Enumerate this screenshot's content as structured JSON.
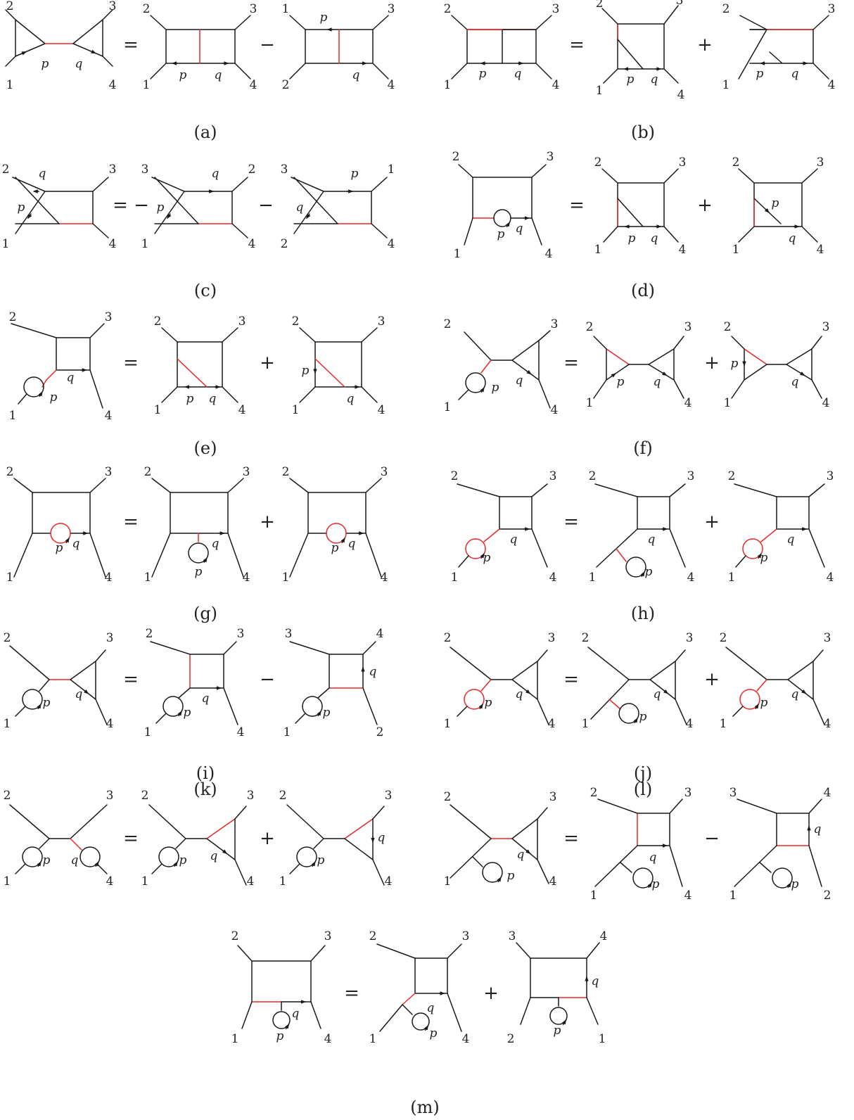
{
  "operators": {
    "equals": "=",
    "plus": "+",
    "minus": "−",
    "equals_minus": "= −"
  },
  "momenta": {
    "p": "p",
    "q": "q"
  },
  "legs": {
    "l1": "1",
    "l2": "2",
    "l3": "3",
    "l4": "4"
  },
  "colors": {
    "line": "#1a1a1a",
    "highlight": "#e8282b",
    "text": "#222222"
  },
  "panels": [
    {
      "id": "a",
      "caption": "(a)",
      "relation": [
        "=",
        "−"
      ]
    },
    {
      "id": "b",
      "caption": "(b)",
      "relation": [
        "=",
        "+"
      ]
    },
    {
      "id": "c",
      "caption": "(c)",
      "relation": [
        "= −",
        "−"
      ]
    },
    {
      "id": "d",
      "caption": "(d)",
      "relation": [
        "=",
        "+"
      ]
    },
    {
      "id": "e",
      "caption": "(e)",
      "relation": [
        "=",
        "+"
      ]
    },
    {
      "id": "f",
      "caption": "(f)",
      "relation": [
        "=",
        "+"
      ]
    },
    {
      "id": "g",
      "caption": "(g)",
      "relation": [
        "=",
        "+"
      ]
    },
    {
      "id": "h",
      "caption": "(h)",
      "relation": [
        "=",
        "+"
      ]
    },
    {
      "id": "i",
      "caption": "(i)",
      "relation": [
        "=",
        "−"
      ]
    },
    {
      "id": "j",
      "caption": "(j)",
      "relation": [
        "=",
        "+"
      ]
    },
    {
      "id": "k",
      "caption": "(k)",
      "relation": [
        "=",
        "+"
      ]
    },
    {
      "id": "l",
      "caption": "(l)",
      "relation": [
        "=",
        "−"
      ]
    },
    {
      "id": "m",
      "caption": "(m)",
      "relation": [
        "=",
        "+"
      ]
    }
  ]
}
